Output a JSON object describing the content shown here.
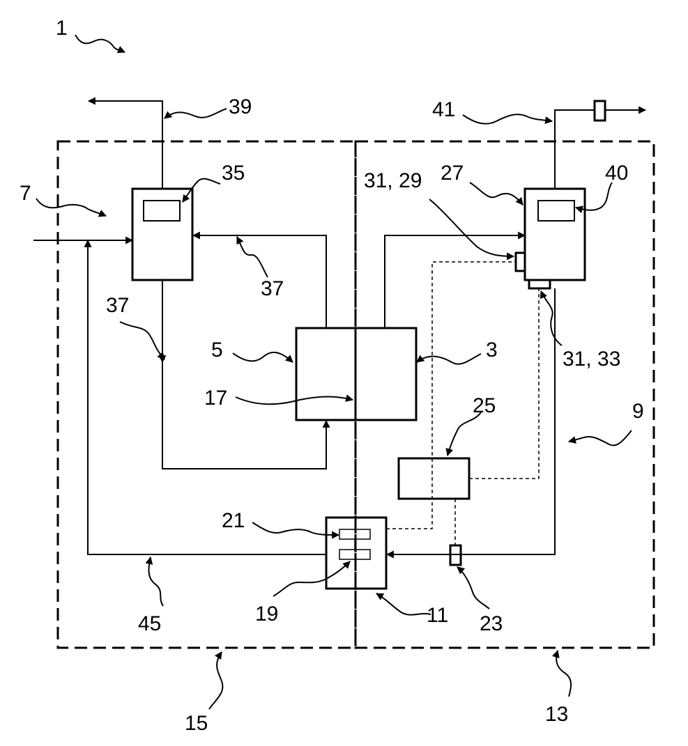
{
  "labels": {
    "system": "1",
    "inlet": "7",
    "module_b": "9",
    "stack": "3",
    "stack_side": "5",
    "membrane": "17",
    "controller": "11",
    "controller_unit_a": "21",
    "controller_unit_b": "19",
    "sensor": "23",
    "processor": "25",
    "right_unit": "27",
    "right_unit_sensor_a": "31, 29",
    "right_unit_sensor_b": "31, 33",
    "right_unit_display": "40",
    "left_unit_display": "35",
    "flow_upper": "37",
    "flow_lower": "37",
    "exhaust_left": "39",
    "exhaust_right": "41",
    "return_line": "45",
    "zone_left": "15",
    "zone_right": "13"
  }
}
